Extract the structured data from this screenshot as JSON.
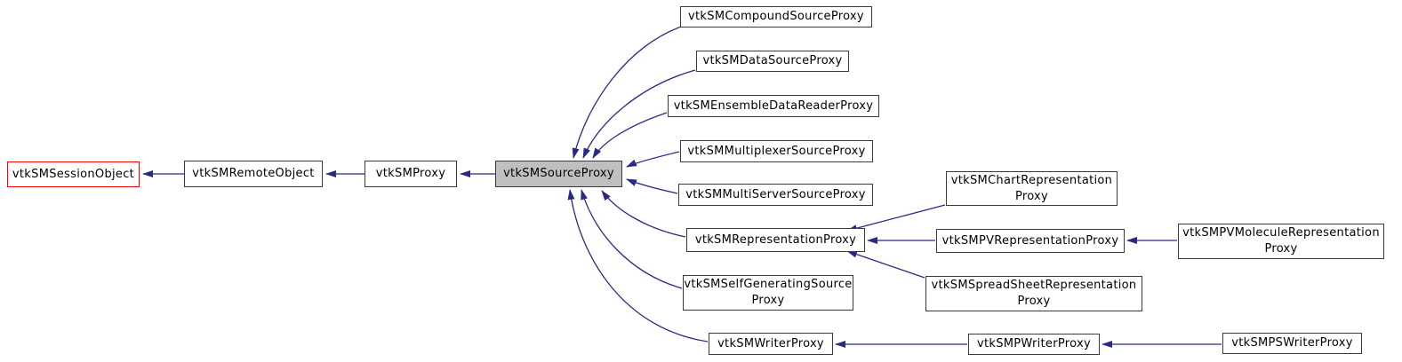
{
  "diagram": {
    "kind": "class-inheritance-graph",
    "focus_class": "vtkSMSourceProxy",
    "colors": {
      "edge": "#2a2a85",
      "node_border": "#3a3a3a",
      "node_fill": "#ffffff",
      "current_node_fill": "#bfbfbf",
      "truncated_node_border": "#ff0000",
      "text": "#000000"
    },
    "nodes": [
      {
        "id": "vtkSMSessionObject",
        "style": "truncated",
        "lines": [
          "vtkSMSessionObject"
        ]
      },
      {
        "id": "vtkSMRemoteObject",
        "style": "normal",
        "lines": [
          "vtkSMRemoteObject"
        ]
      },
      {
        "id": "vtkSMProxy",
        "style": "normal",
        "lines": [
          "vtkSMProxy"
        ]
      },
      {
        "id": "vtkSMSourceProxy",
        "style": "current",
        "lines": [
          "vtkSMSourceProxy"
        ]
      },
      {
        "id": "vtkSMCompoundSourceProxy",
        "style": "normal",
        "lines": [
          "vtkSMCompoundSourceProxy"
        ]
      },
      {
        "id": "vtkSMDataSourceProxy",
        "style": "normal",
        "lines": [
          "vtkSMDataSourceProxy"
        ]
      },
      {
        "id": "vtkSMEnsembleDataReaderProxy",
        "style": "normal",
        "lines": [
          "vtkSMEnsembleDataReaderProxy"
        ]
      },
      {
        "id": "vtkSMMultiplexerSourceProxy",
        "style": "normal",
        "lines": [
          "vtkSMMultiplexerSourceProxy"
        ]
      },
      {
        "id": "vtkSMMultiServerSourceProxy",
        "style": "normal",
        "lines": [
          "vtkSMMultiServerSourceProxy"
        ]
      },
      {
        "id": "vtkSMRepresentationProxy",
        "style": "normal",
        "lines": [
          "vtkSMRepresentationProxy"
        ]
      },
      {
        "id": "vtkSMChartRepresentationProxy",
        "style": "normal",
        "lines": [
          "vtkSMChartRepresentation",
          "Proxy"
        ]
      },
      {
        "id": "vtkSMPVRepresentationProxy",
        "style": "normal",
        "lines": [
          "vtkSMPVRepresentationProxy"
        ]
      },
      {
        "id": "vtkSMPVMoleculeRepresentationProxy",
        "style": "normal",
        "lines": [
          "vtkSMPVMoleculeRepresentation",
          "Proxy"
        ]
      },
      {
        "id": "vtkSMSelfGeneratingSourceProxy",
        "style": "normal",
        "lines": [
          "vtkSMSelfGeneratingSource",
          "Proxy"
        ]
      },
      {
        "id": "vtkSMSpreadSheetRepresentationProxy",
        "style": "normal",
        "lines": [
          "vtkSMSpreadSheetRepresentation",
          "Proxy"
        ]
      },
      {
        "id": "vtkSMWriterProxy",
        "style": "normal",
        "lines": [
          "vtkSMWriterProxy"
        ]
      },
      {
        "id": "vtkSMPWriterProxy",
        "style": "normal",
        "lines": [
          "vtkSMPWriterProxy"
        ]
      },
      {
        "id": "vtkSMPSWriterProxy",
        "style": "normal",
        "lines": [
          "vtkSMPSWriterProxy"
        ]
      }
    ],
    "edges": [
      {
        "from": "vtkSMRemoteObject",
        "to": "vtkSMSessionObject"
      },
      {
        "from": "vtkSMProxy",
        "to": "vtkSMRemoteObject"
      },
      {
        "from": "vtkSMSourceProxy",
        "to": "vtkSMProxy"
      },
      {
        "from": "vtkSMCompoundSourceProxy",
        "to": "vtkSMSourceProxy"
      },
      {
        "from": "vtkSMDataSourceProxy",
        "to": "vtkSMSourceProxy"
      },
      {
        "from": "vtkSMEnsembleDataReaderProxy",
        "to": "vtkSMSourceProxy"
      },
      {
        "from": "vtkSMMultiplexerSourceProxy",
        "to": "vtkSMSourceProxy"
      },
      {
        "from": "vtkSMMultiServerSourceProxy",
        "to": "vtkSMSourceProxy"
      },
      {
        "from": "vtkSMRepresentationProxy",
        "to": "vtkSMSourceProxy"
      },
      {
        "from": "vtkSMSelfGeneratingSourceProxy",
        "to": "vtkSMSourceProxy"
      },
      {
        "from": "vtkSMWriterProxy",
        "to": "vtkSMSourceProxy"
      },
      {
        "from": "vtkSMChartRepresentationProxy",
        "to": "vtkSMRepresentationProxy"
      },
      {
        "from": "vtkSMPVRepresentationProxy",
        "to": "vtkSMRepresentationProxy"
      },
      {
        "from": "vtkSMSpreadSheetRepresentationProxy",
        "to": "vtkSMRepresentationProxy"
      },
      {
        "from": "vtkSMPVMoleculeRepresentationProxy",
        "to": "vtkSMPVRepresentationProxy"
      },
      {
        "from": "vtkSMPWriterProxy",
        "to": "vtkSMWriterProxy"
      },
      {
        "from": "vtkSMPSWriterProxy",
        "to": "vtkSMPWriterProxy"
      }
    ]
  }
}
